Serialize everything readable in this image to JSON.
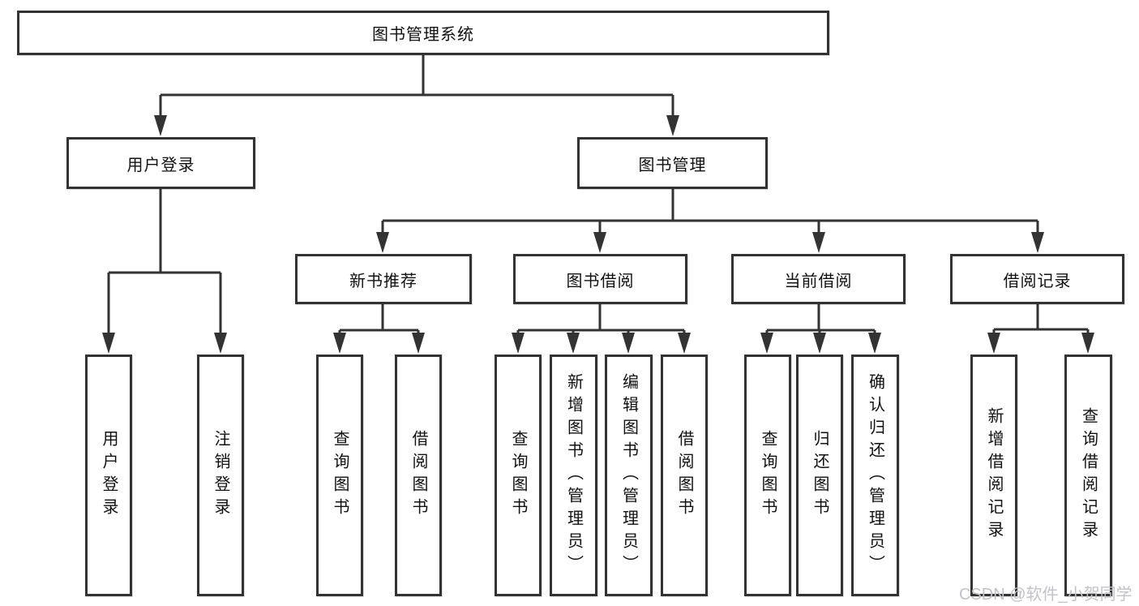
{
  "tree": {
    "root": "图书管理系统",
    "children": [
      {
        "label": "用户登录",
        "children": [
          {
            "label": "用户登录"
          },
          {
            "label": "注销登录"
          }
        ]
      },
      {
        "label": "图书管理",
        "children": [
          {
            "label": "新书推荐",
            "children": [
              {
                "label": "查询图书"
              },
              {
                "label": "借阅图书"
              }
            ]
          },
          {
            "label": "图书借阅",
            "children": [
              {
                "label": "查询图书"
              },
              {
                "label": "新增图书（管理员）"
              },
              {
                "label": "编辑图书（管理员）"
              },
              {
                "label": "借阅图书"
              }
            ]
          },
          {
            "label": "当前借阅",
            "children": [
              {
                "label": "查询图书"
              },
              {
                "label": "归还图书"
              },
              {
                "label": "确认归还（管理员）"
              }
            ]
          },
          {
            "label": "借阅记录",
            "children": [
              {
                "label": "新增借阅记录"
              },
              {
                "label": "查询借阅记录"
              }
            ]
          }
        ]
      }
    ]
  },
  "watermark": "CSDN @软件_小贺同学",
  "colors": {
    "line": "#333333",
    "text": "#111111",
    "watermark": "#c3c3c7",
    "background": "#ffffff"
  }
}
